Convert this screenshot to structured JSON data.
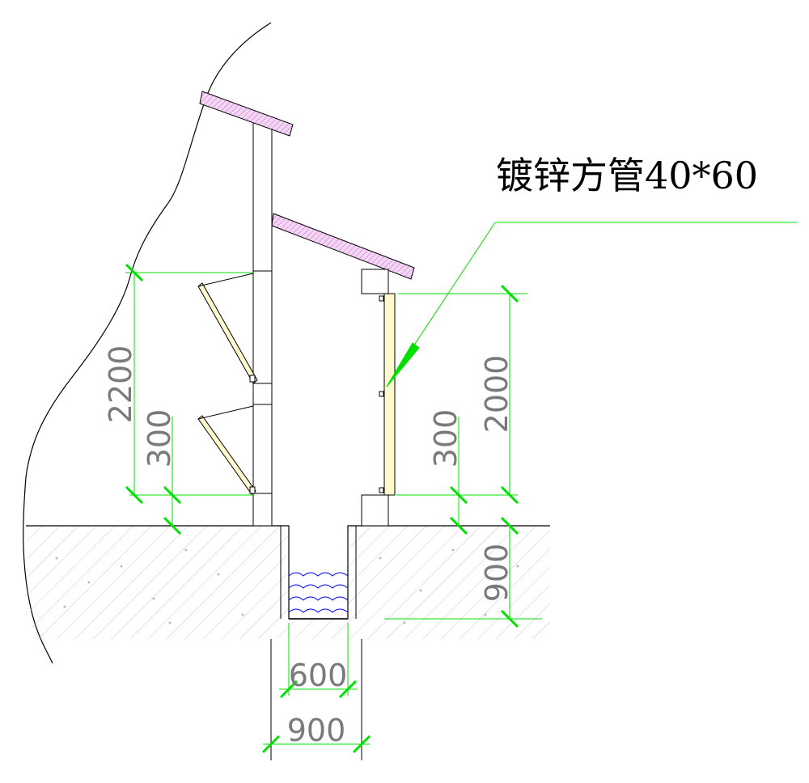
{
  "annotation": {
    "label": "镀锌方管40*60"
  },
  "dimensions": {
    "left_height": "2200",
    "left_offset": "300",
    "right_offset": "300",
    "right_height": "2000",
    "pit_depth": "900",
    "pit_inner_width": "600",
    "pit_outer_width": "900"
  },
  "colors": {
    "dimension_line": "#00e000",
    "dimension_text": "#7a7a7a",
    "roof": "#cc66cc",
    "panel": "#fffacd",
    "water": "#0000ff",
    "outline": "#000000"
  }
}
